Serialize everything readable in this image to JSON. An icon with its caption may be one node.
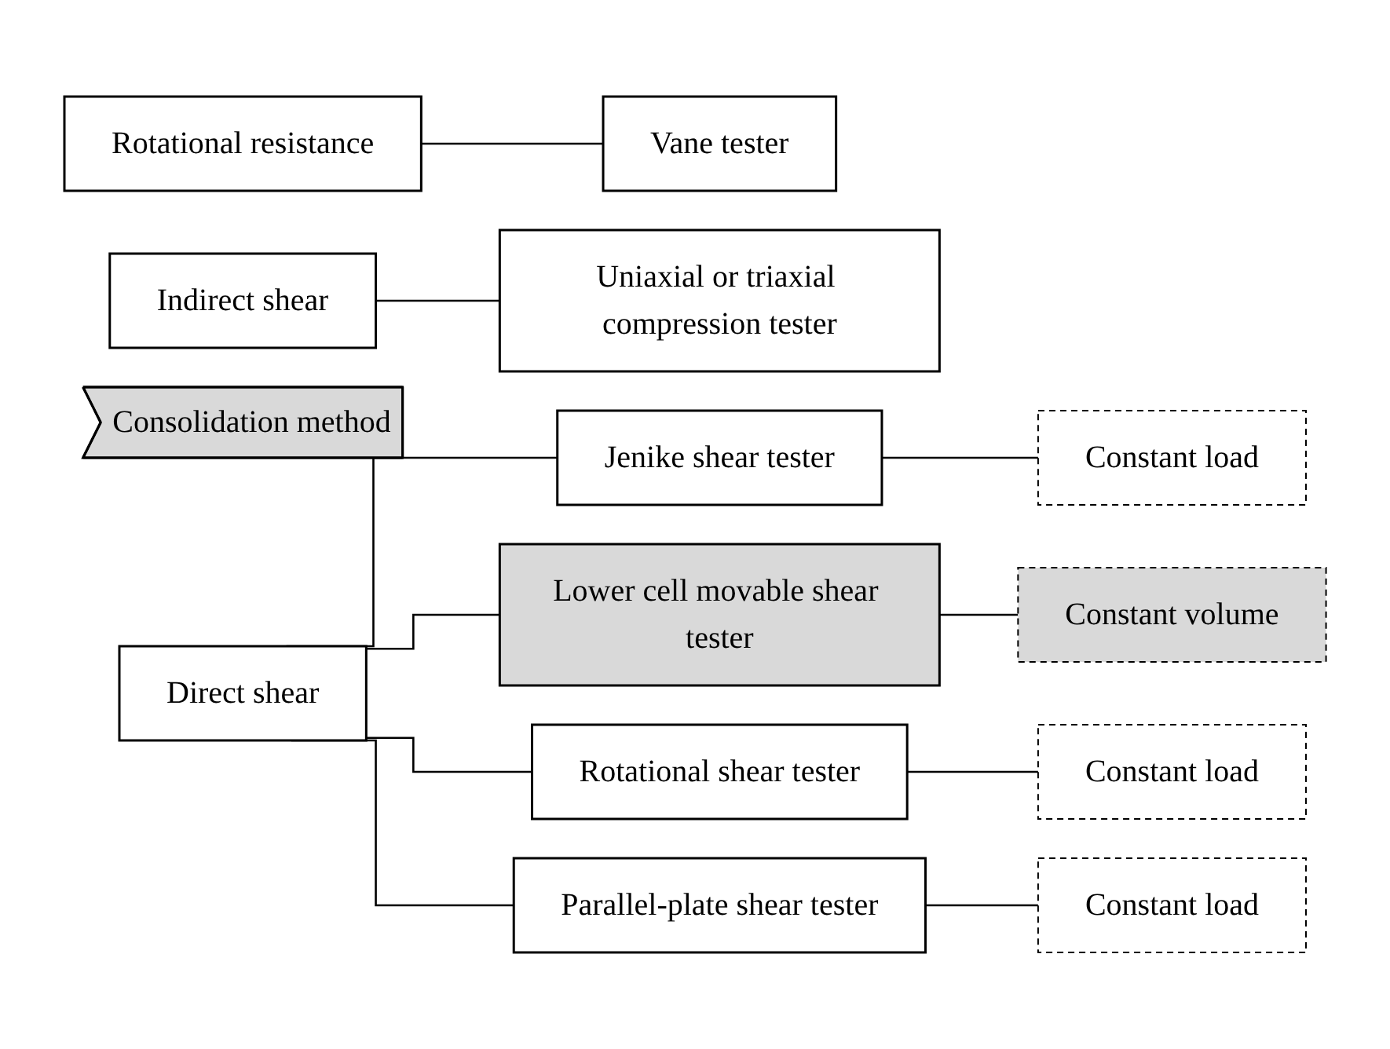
{
  "diagram": {
    "nodes": [
      {
        "text": [
          "Rotational resistance"
        ]
      },
      {
        "text": [
          "Vane tester"
        ]
      },
      {
        "text": [
          "Indirect shear"
        ]
      },
      {
        "text": [
          "Uniaxial or triaxial compression tester"
        ]
      },
      {
        "text": [
          "Consolidation method"
        ]
      },
      {
        "text": [
          "Direct shear"
        ]
      },
      {
        "text": [
          "Jenike shear tester"
        ]
      },
      {
        "text": [
          "Constant load"
        ]
      },
      {
        "text": [
          "Lower cell movable shear tester"
        ]
      },
      {
        "text": [
          "Constant volume"
        ]
      },
      {
        "text": [
          "Rotational shear tester"
        ]
      },
      {
        "text": [
          "Constant load"
        ]
      },
      {
        "text": [
          "Parallel-plate shear tester"
        ]
      },
      {
        "text": [
          "Constant load"
        ]
      }
    ],
    "edges": [
      {
        "from": 0,
        "to": 1,
        "arrow": "none"
      },
      {
        "from": 2,
        "to": 3,
        "arrow": "none"
      },
      {
        "from": 5,
        "to": 6,
        "arrow": "none"
      },
      {
        "from": 5,
        "to": 8,
        "arrow": "none"
      },
      {
        "from": 5,
        "to": 10,
        "arrow": "none"
      },
      {
        "from": 5,
        "to": 12,
        "arrow": "none"
      },
      {
        "from": 6,
        "to": 7,
        "arrow": "none"
      },
      {
        "from": 8,
        "to": 9,
        "arrow": "none"
      },
      {
        "from": 10,
        "to": 11,
        "arrow": "none"
      },
      {
        "from": 12,
        "to": 13,
        "arrow": "none"
      }
    ]
  }
}
